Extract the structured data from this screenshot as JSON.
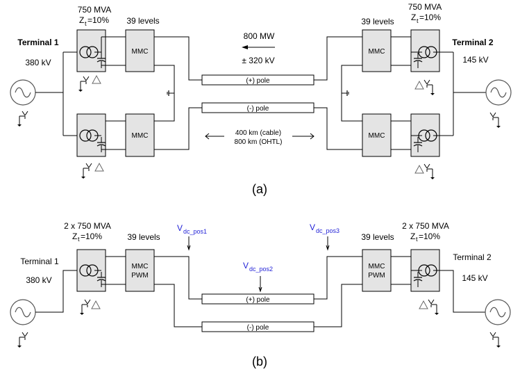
{
  "diagram_a": {
    "caption": "(a)",
    "terminal1": {
      "name": "Terminal 1",
      "voltage": "380 kV",
      "source_winding": "Y"
    },
    "terminal2": {
      "name": "Terminal 2",
      "voltage": "145 kV",
      "source_winding": "Y"
    },
    "left_transformer": {
      "rating": "750 MVA",
      "impedance_sym": "Z",
      "impedance_sub": "t",
      "impedance_val": "=10%",
      "winding": "YΔ"
    },
    "right_transformer": {
      "rating": "750 MVA",
      "impedance_sym": "Z",
      "impedance_sub": "t",
      "impedance_val": "=10%",
      "winding": "ΔY"
    },
    "left_converter": {
      "levels": "39 levels",
      "label": "MMC"
    },
    "right_converter": {
      "levels": "39 levels",
      "label": "MMC"
    },
    "power": "800 MW",
    "dc_voltage": "± 320 kV",
    "pos_pole": "(+) pole",
    "neg_pole": "(-) pole",
    "length_cable": "400 km (cable)",
    "length_ohtl": "800 km (OHTL)"
  },
  "diagram_b": {
    "caption": "(b)",
    "terminal1": {
      "name": "Terminal 1",
      "voltage": "380 kV",
      "source_winding": "Y"
    },
    "terminal2": {
      "name": "Terminal 2",
      "voltage": "145 kV",
      "source_winding": "Y"
    },
    "left_transformer": {
      "rating": "2 x 750 MVA",
      "impedance_sym": "Z",
      "impedance_sub": "t",
      "impedance_val": "=10%",
      "winding": "YΔ"
    },
    "right_transformer": {
      "rating": "2 x 750 MVA",
      "impedance_sym": "Z",
      "impedance_sub": "t",
      "impedance_val": "=10%",
      "winding": "ΔY"
    },
    "left_converter": {
      "levels": "39 levels",
      "label_line1": "MMC",
      "label_line2": "PWM"
    },
    "right_converter": {
      "levels": "39 levels",
      "label_line1": "MMC",
      "label_line2": "PWM"
    },
    "pos_pole": "(+) pole",
    "neg_pole": "(-) pole",
    "probes": [
      {
        "sym": "V",
        "sub": "dc_pos1"
      },
      {
        "sym": "V",
        "sub": "dc_pos2"
      },
      {
        "sym": "V",
        "sub": "dc_pos3"
      }
    ]
  },
  "colors": {
    "box_fill": "#e4e4e4",
    "probe_text": "#1f1fd6",
    "line": "#000000"
  }
}
